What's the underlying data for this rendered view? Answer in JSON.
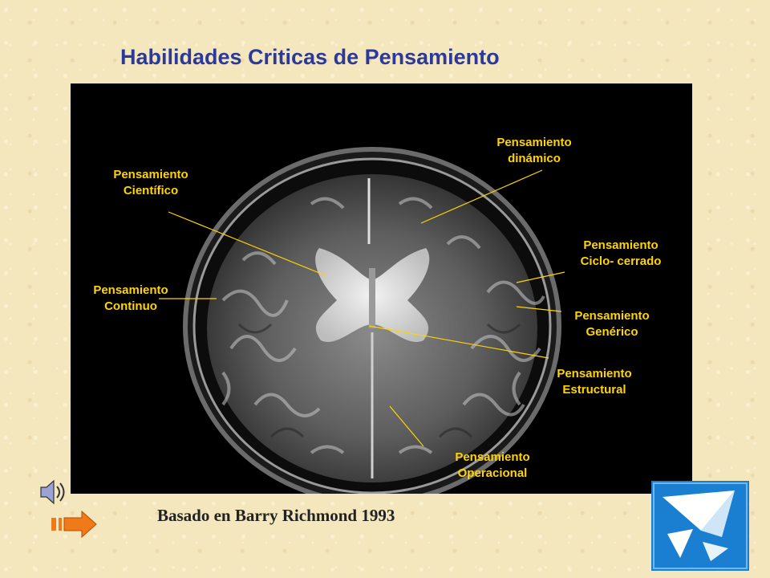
{
  "title": "Habilidades Criticas  de Pensamiento",
  "labels": {
    "dinamico": "Pensamiento\ndinámico",
    "cientifico": "Pensamiento\nCientífico",
    "ciclo": "Pensamiento\nCiclo- cerrado",
    "continuo": "Pensamiento\nContinuo",
    "generico": "Pensamiento\nGenérico",
    "estructural": "Pensamiento\nEstructural",
    "operacional": "Pensamiento\nOperacional"
  },
  "credit": "Basado en Barry Richmond 1993",
  "icons": {
    "speaker": "speaker-icon",
    "next": "arrow-right-icon",
    "logo": "paper-plane-logo-icon"
  },
  "colors": {
    "title": "#2b3a9a",
    "label": "#ffd400",
    "background": "#f4e6bd",
    "arrow": "#f07a1a",
    "logo_bg": "#1a7fd0"
  }
}
